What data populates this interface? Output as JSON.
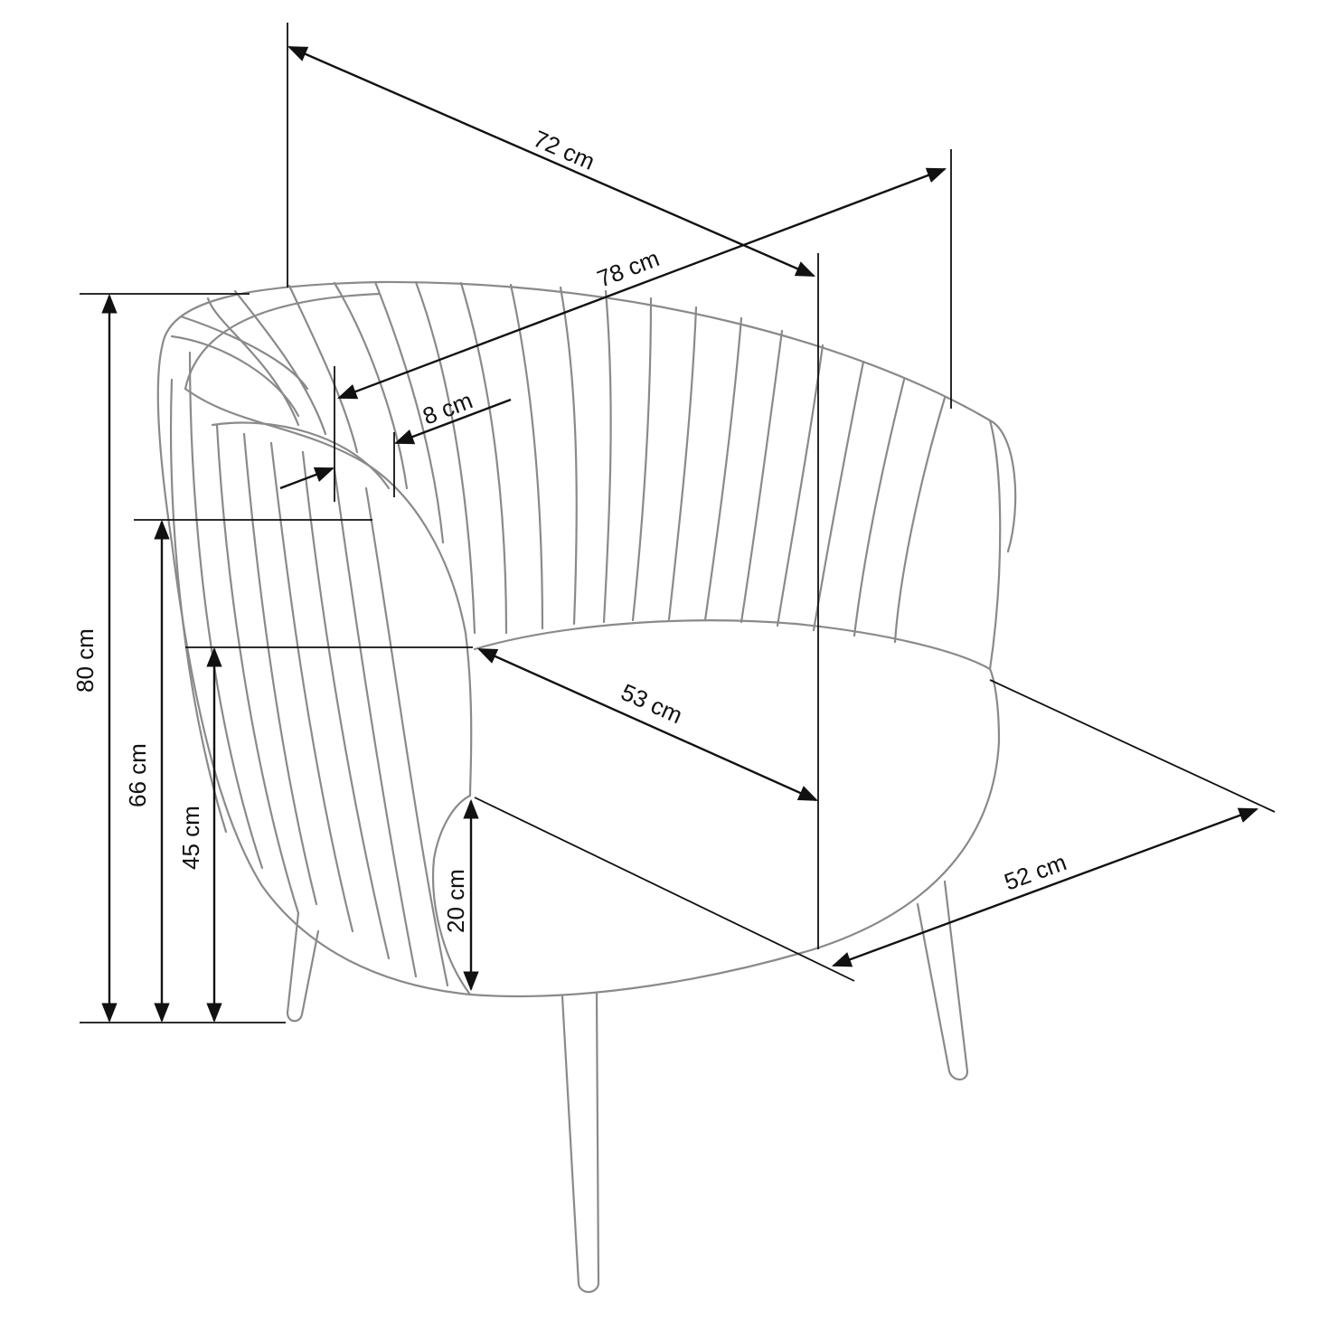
{
  "title": "Armchair dimensions",
  "dimensions": {
    "width_back": "72 cm",
    "width_overall": "78 cm",
    "armrest": "8 cm",
    "seat_width": "53 cm",
    "seat_depth": "52 cm",
    "height_total": "80 cm",
    "height_armrest": "66 cm",
    "height_seat": "45 cm",
    "seat_to_edge": "20 cm"
  },
  "colors": {
    "chair_line": "#8a8a8a",
    "dimension_line": "#111111"
  }
}
